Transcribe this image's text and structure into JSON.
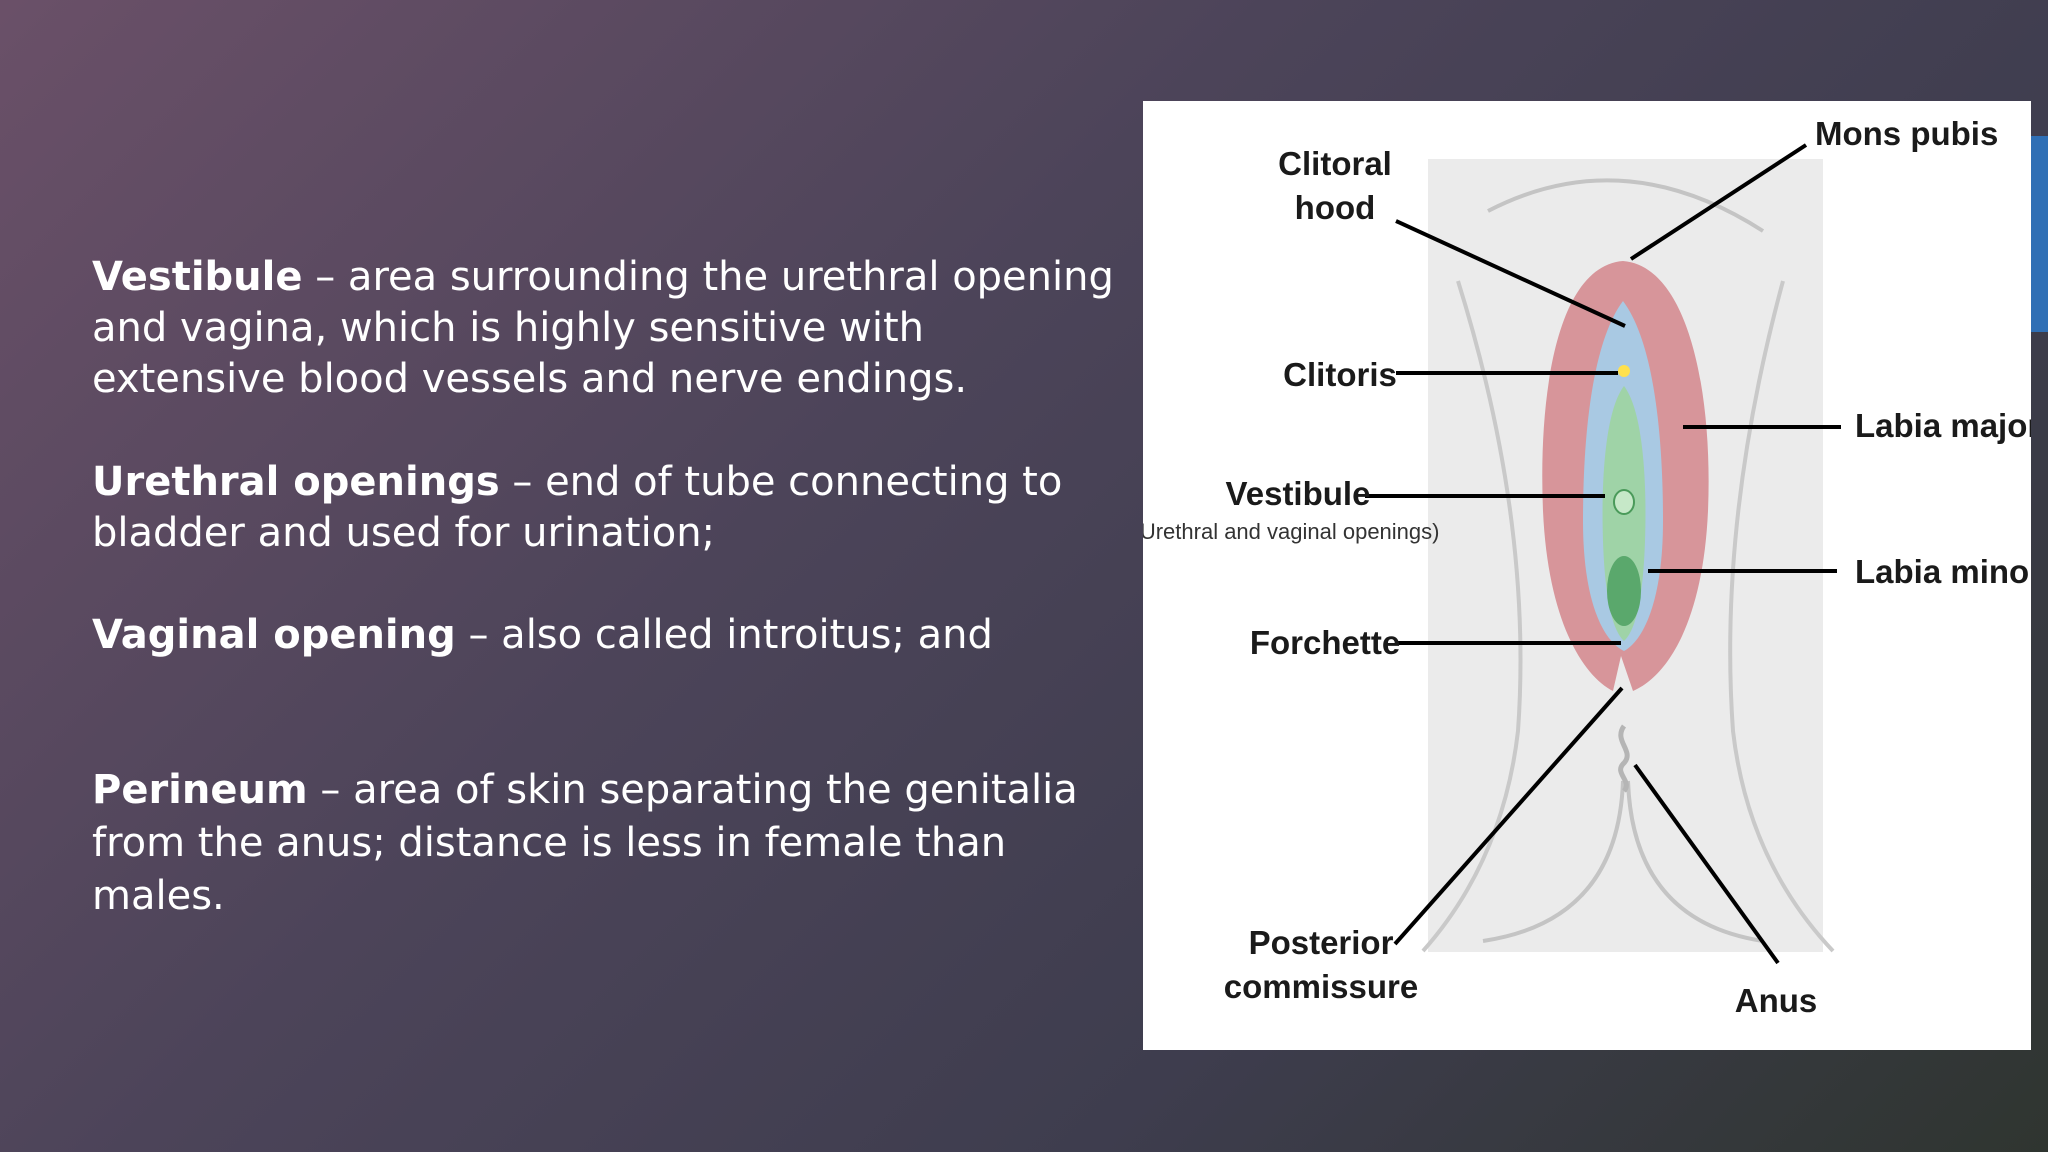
{
  "paragraphs": [
    {
      "term": "Vestibule",
      "text": " – area surrounding the urethral opening and vagina, which is highly sensitive with extensive blood vessels and nerve endings."
    },
    {
      "term": "Urethral openings",
      "text": " – end of tube connecting to bladder and used for urination;"
    },
    {
      "term": "Vaginal opening",
      "text": " – also called introitus; and"
    },
    {
      "term": "Perineum",
      "text": " – area of skin separating the genitalia from the anus; distance is less in female than males."
    }
  ],
  "diagram": {
    "labels": {
      "clitoral_hood_1": "Clitoral",
      "clitoral_hood_2": "hood",
      "mons_pubis": "Mons pubis",
      "clitoris": "Clitoris",
      "labia_majora": "Labia majora",
      "vestibule": "Vestibule",
      "vestibule_note": "(Urethral and vaginal openings)",
      "labia_minora": "Labia minora",
      "forchette": "Forchette",
      "posterior_commissure_1": "Posterior",
      "posterior_commissure_2": "commissure",
      "anus": "Anus"
    },
    "colors": {
      "labia_majora": "#d7959a",
      "vestibule": "#a9c9e3",
      "inner": "#9fd3a7",
      "skin": "#ebebeb",
      "leader": "#000000"
    }
  }
}
